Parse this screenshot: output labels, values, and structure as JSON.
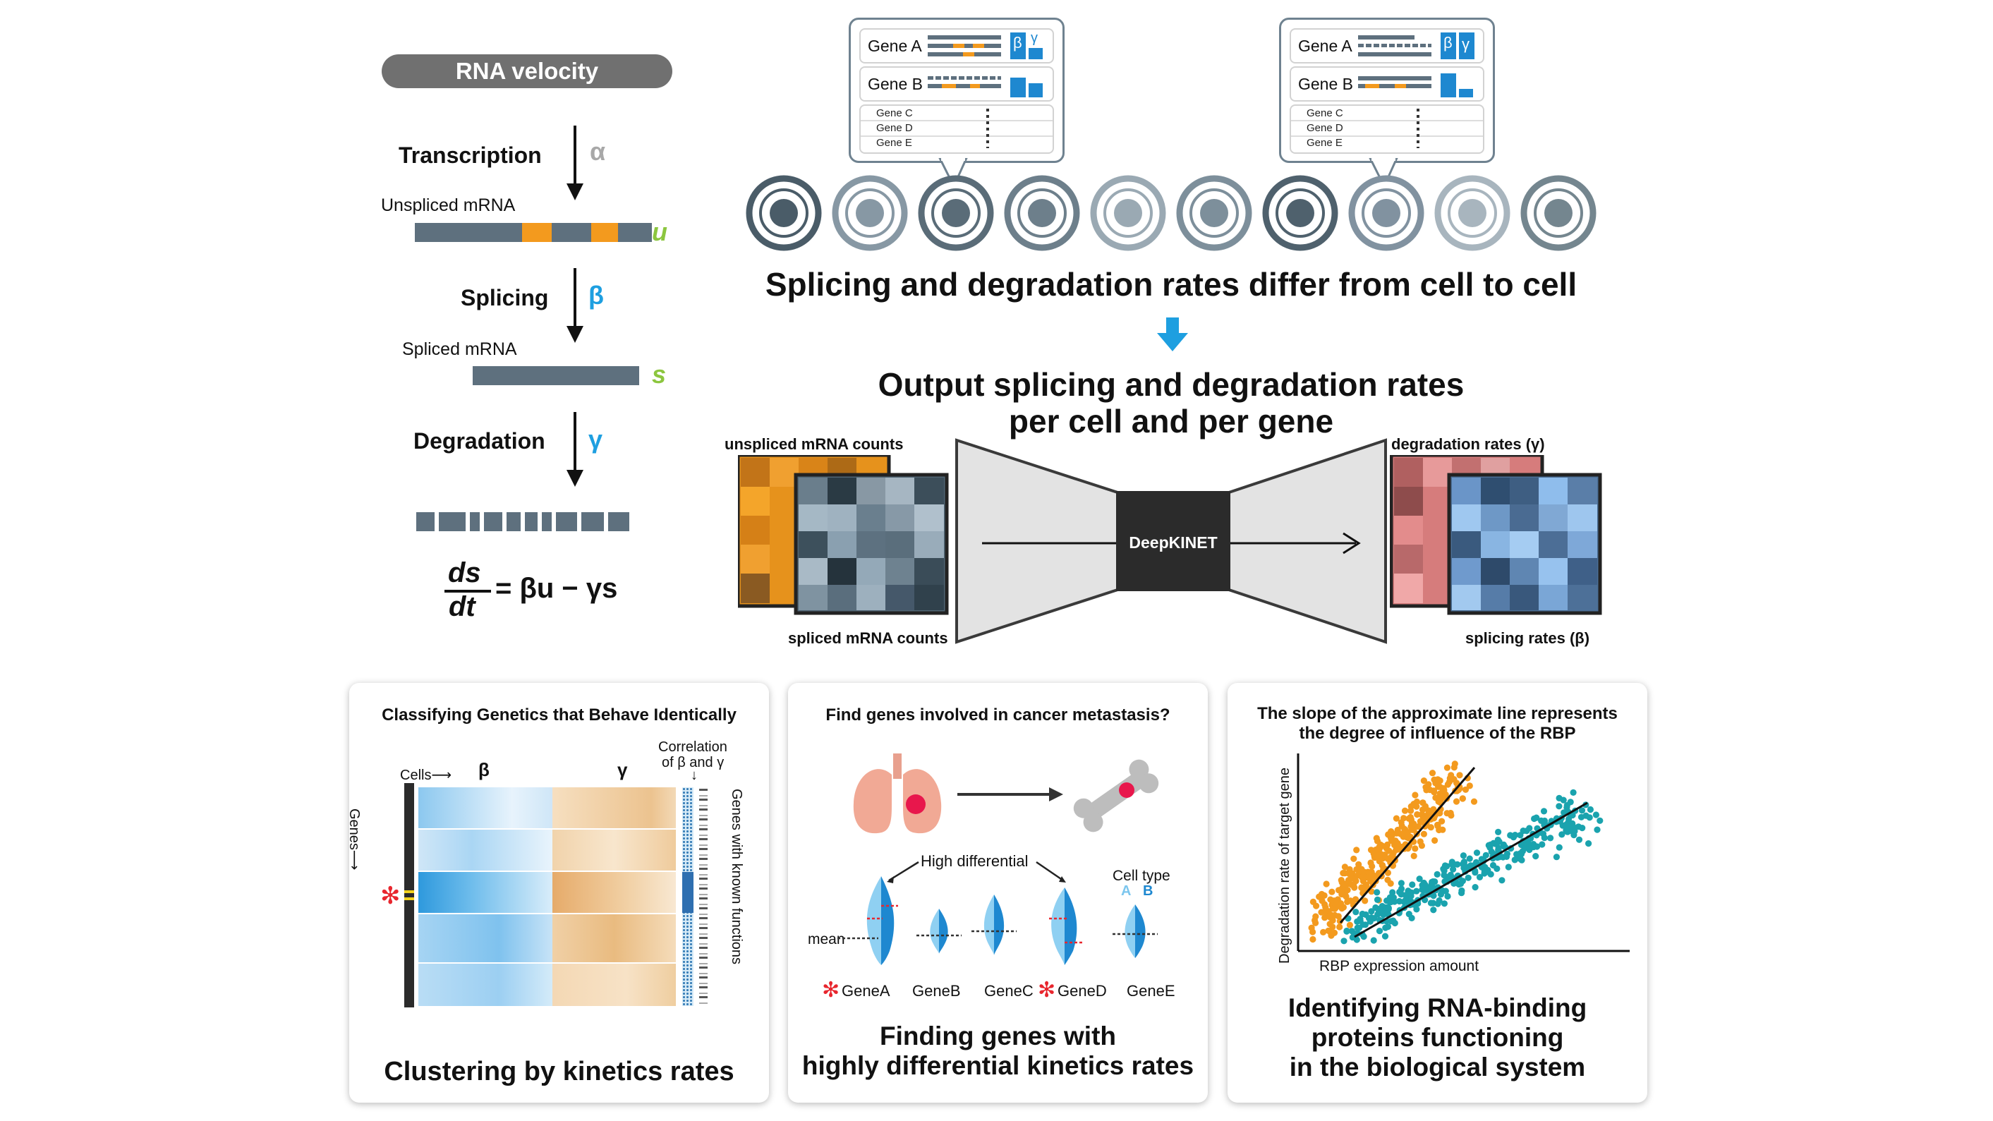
{
  "left_panel": {
    "badge": "RNA velocity",
    "transcription": {
      "label": "Transcription",
      "symbol": "α"
    },
    "unspliced": {
      "label": "Unspliced mRNA",
      "var": "u"
    },
    "splicing": {
      "label": "Splicing",
      "symbol": "β"
    },
    "spliced": {
      "label": "Spliced mRNA",
      "var": "s"
    },
    "degradation": {
      "label": "Degradation",
      "symbol": "γ"
    },
    "equation": {
      "num": "ds",
      "den": "dt",
      "rhs": "= βu − γs"
    }
  },
  "top": {
    "callouts": [
      {
        "gene_a": "Gene A",
        "gene_b": "Gene B",
        "others": [
          "Gene C",
          "Gene D",
          "Gene E"
        ],
        "beta": "β",
        "gamma": "γ"
      },
      {
        "gene_a": "Gene A",
        "gene_b": "Gene B",
        "others": [
          "Gene C",
          "Gene D",
          "Gene E"
        ],
        "beta": "β",
        "gamma": "γ"
      }
    ],
    "headline": "Splicing and degradation rates differ from cell to cell",
    "output_line1": "Output splicing and degradation rates",
    "output_line2": "per cell and per gene"
  },
  "network": {
    "label_unspliced": "unspliced mRNA counts",
    "label_spliced": "spliced mRNA counts",
    "label_degradation": "degradation rates (γ)",
    "label_splicing": "splicing rates (β)",
    "model_name": "DeepKINET"
  },
  "panel1": {
    "title": "Classifying Genetics that Behave Identically",
    "cells_label": "Cells⟶",
    "genes_label": "Genes⟶",
    "beta": "β",
    "gamma": "γ",
    "corr_label_1": "Correlation",
    "corr_label_2": "of β and γ",
    "corr_arrow": "↓",
    "known_label": "Genes with known functions",
    "star": "✻",
    "caption": "Clustering by kinetics rates"
  },
  "panel2": {
    "title": "Find genes involved in cancer metastasis?",
    "high_diff": "High differential",
    "mean_label": "mean",
    "cell_type_label": "Cell type",
    "type_a": "A",
    "type_b": "B",
    "genes": [
      "GeneA",
      "GeneB",
      "GeneC",
      "GeneD",
      "GeneE"
    ],
    "star": "✻",
    "caption_line1": "Finding genes with",
    "caption_line2": "highly differential kinetics rates"
  },
  "panel3": {
    "title_line1": "The slope of the approximate line represents",
    "title_line2": "the degree of influence of the RBP",
    "ylabel": "Degradation rate of target gene",
    "xlabel": "RBP expression amount",
    "caption_line1": "Identifying RNA-binding",
    "caption_line2": "proteins functioning",
    "caption_line3": "in the biological system"
  },
  "colors": {
    "orange": "#f39a1e",
    "slate": "#5e707e",
    "blue": "#1e9fe0",
    "green": "#8cc63f",
    "teal": "#1aa3ae",
    "red": "#e8262e",
    "dark": "#2b2b2b"
  }
}
